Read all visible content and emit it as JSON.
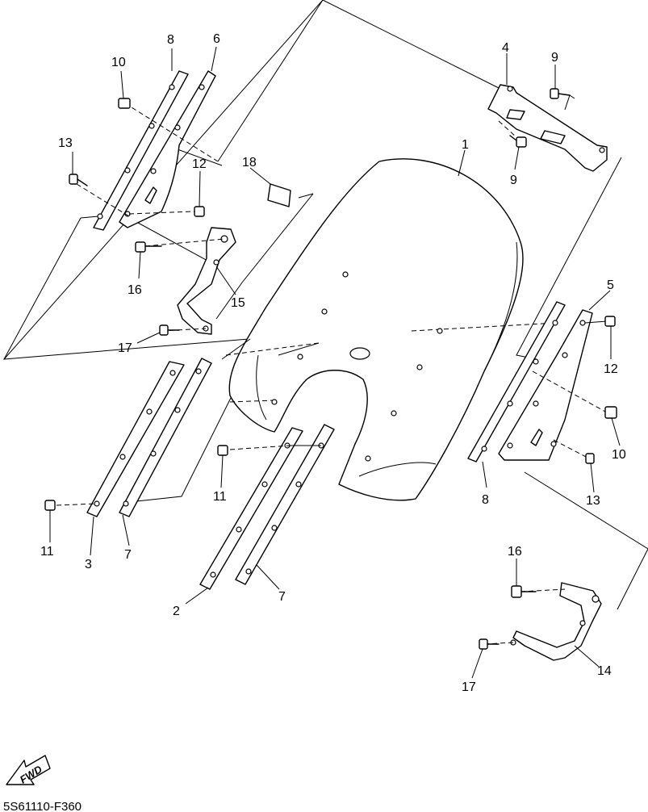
{
  "diagram": {
    "drawing_code": "5S61110-F360",
    "fwd_label": "FWD",
    "callouts": [
      {
        "id": "c1",
        "text": "1"
      },
      {
        "id": "c2",
        "text": "2"
      },
      {
        "id": "c3",
        "text": "3"
      },
      {
        "id": "c4",
        "text": "4"
      },
      {
        "id": "c5",
        "text": "5"
      },
      {
        "id": "c6",
        "text": "6"
      },
      {
        "id": "c7a",
        "text": "7"
      },
      {
        "id": "c7b",
        "text": "7"
      },
      {
        "id": "c8a",
        "text": "8"
      },
      {
        "id": "c8b",
        "text": "8"
      },
      {
        "id": "c9a",
        "text": "9"
      },
      {
        "id": "c9b",
        "text": "9"
      },
      {
        "id": "c10a",
        "text": "10"
      },
      {
        "id": "c10b",
        "text": "10"
      },
      {
        "id": "c11a",
        "text": "11"
      },
      {
        "id": "c11b",
        "text": "11"
      },
      {
        "id": "c12a",
        "text": "12"
      },
      {
        "id": "c12b",
        "text": "12"
      },
      {
        "id": "c13a",
        "text": "13"
      },
      {
        "id": "c13b",
        "text": "13"
      },
      {
        "id": "c14",
        "text": "14"
      },
      {
        "id": "c15",
        "text": "15"
      },
      {
        "id": "c16a",
        "text": "16"
      },
      {
        "id": "c16b",
        "text": "16"
      },
      {
        "id": "c17a",
        "text": "17"
      },
      {
        "id": "c17b",
        "text": "17"
      },
      {
        "id": "c18",
        "text": "18"
      }
    ]
  }
}
